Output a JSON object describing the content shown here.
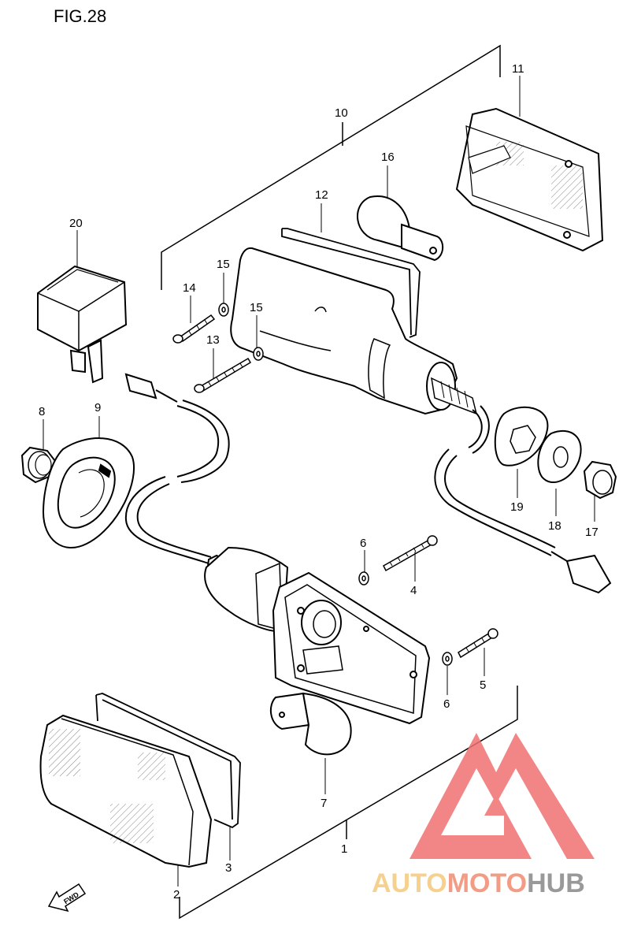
{
  "figure_title": "FIG.28",
  "callouts": {
    "p1": "1",
    "p2": "2",
    "p3": "3",
    "p4": "4",
    "p5": "5",
    "p6a": "6",
    "p6b": "6",
    "p7": "7",
    "p8": "8",
    "p9": "9",
    "p10": "10",
    "p11": "11",
    "p12": "12",
    "p13": "13",
    "p14": "14",
    "p15a": "15",
    "p15b": "15",
    "p16": "16",
    "p17": "17",
    "p18": "18",
    "p19": "19",
    "p20": "20"
  },
  "fwd_label": "FWD",
  "watermark": {
    "part1": "AUTO",
    "part2": "MOTO",
    "part3": "HUB",
    "color_light": "#f5c87a",
    "color_mid": "#f08a70",
    "color_dark": "#888888",
    "logo_color": "#f07070"
  }
}
